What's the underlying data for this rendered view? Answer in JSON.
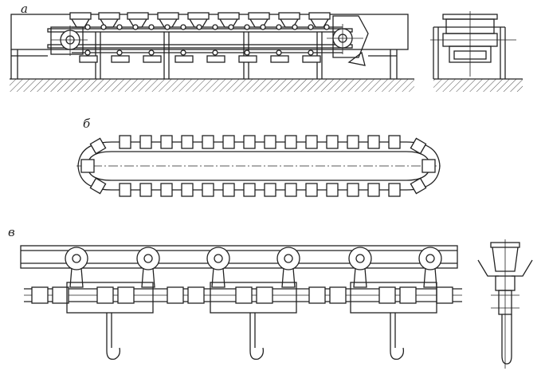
{
  "labels": {
    "a": "а",
    "b": "б",
    "c": "в"
  },
  "colors": {
    "ink": "#222222",
    "paper": "#ffffff"
  }
}
